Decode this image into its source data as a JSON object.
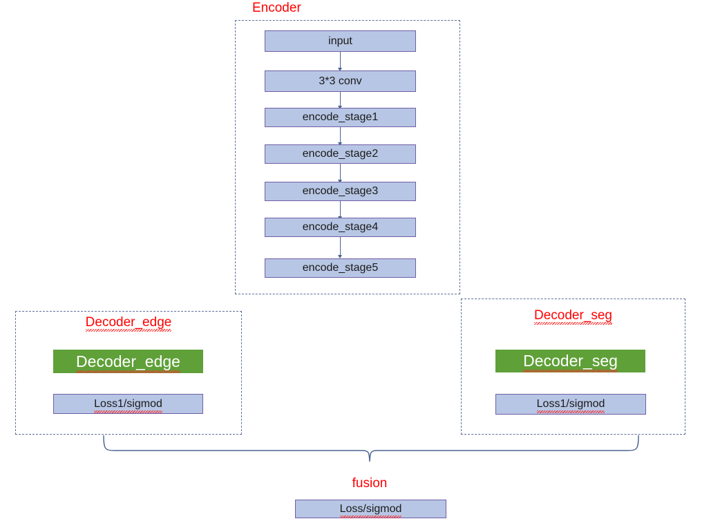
{
  "diagram": {
    "title_color": "#ff0000",
    "node_fill_blue": "#b7c6e4",
    "node_border_blue": "#6f5ea6",
    "node_fill_green": "#5fa038",
    "connector_color": "#4a6291",
    "panel_border_color": "#5b6e96"
  },
  "encoder": {
    "caption": "Encoder",
    "nodes": [
      {
        "label": "input"
      },
      {
        "label": "3*3 conv"
      },
      {
        "label": "encode_stage1"
      },
      {
        "label": "encode_stage2"
      },
      {
        "label": "encode_stage3"
      },
      {
        "label": "encode_stage4"
      },
      {
        "label": "encode_stage5"
      }
    ]
  },
  "decoder_edge": {
    "caption": "Decoder_edge",
    "block_label": "Decoder_edge",
    "loss_label": "Loss1/sigmod"
  },
  "decoder_seg": {
    "caption": "Decoder_seg",
    "block_label": "Decoder_seg",
    "loss_label": "Loss1/sigmod"
  },
  "fusion": {
    "caption": "fusion",
    "loss_label": "Loss/sigmod"
  }
}
